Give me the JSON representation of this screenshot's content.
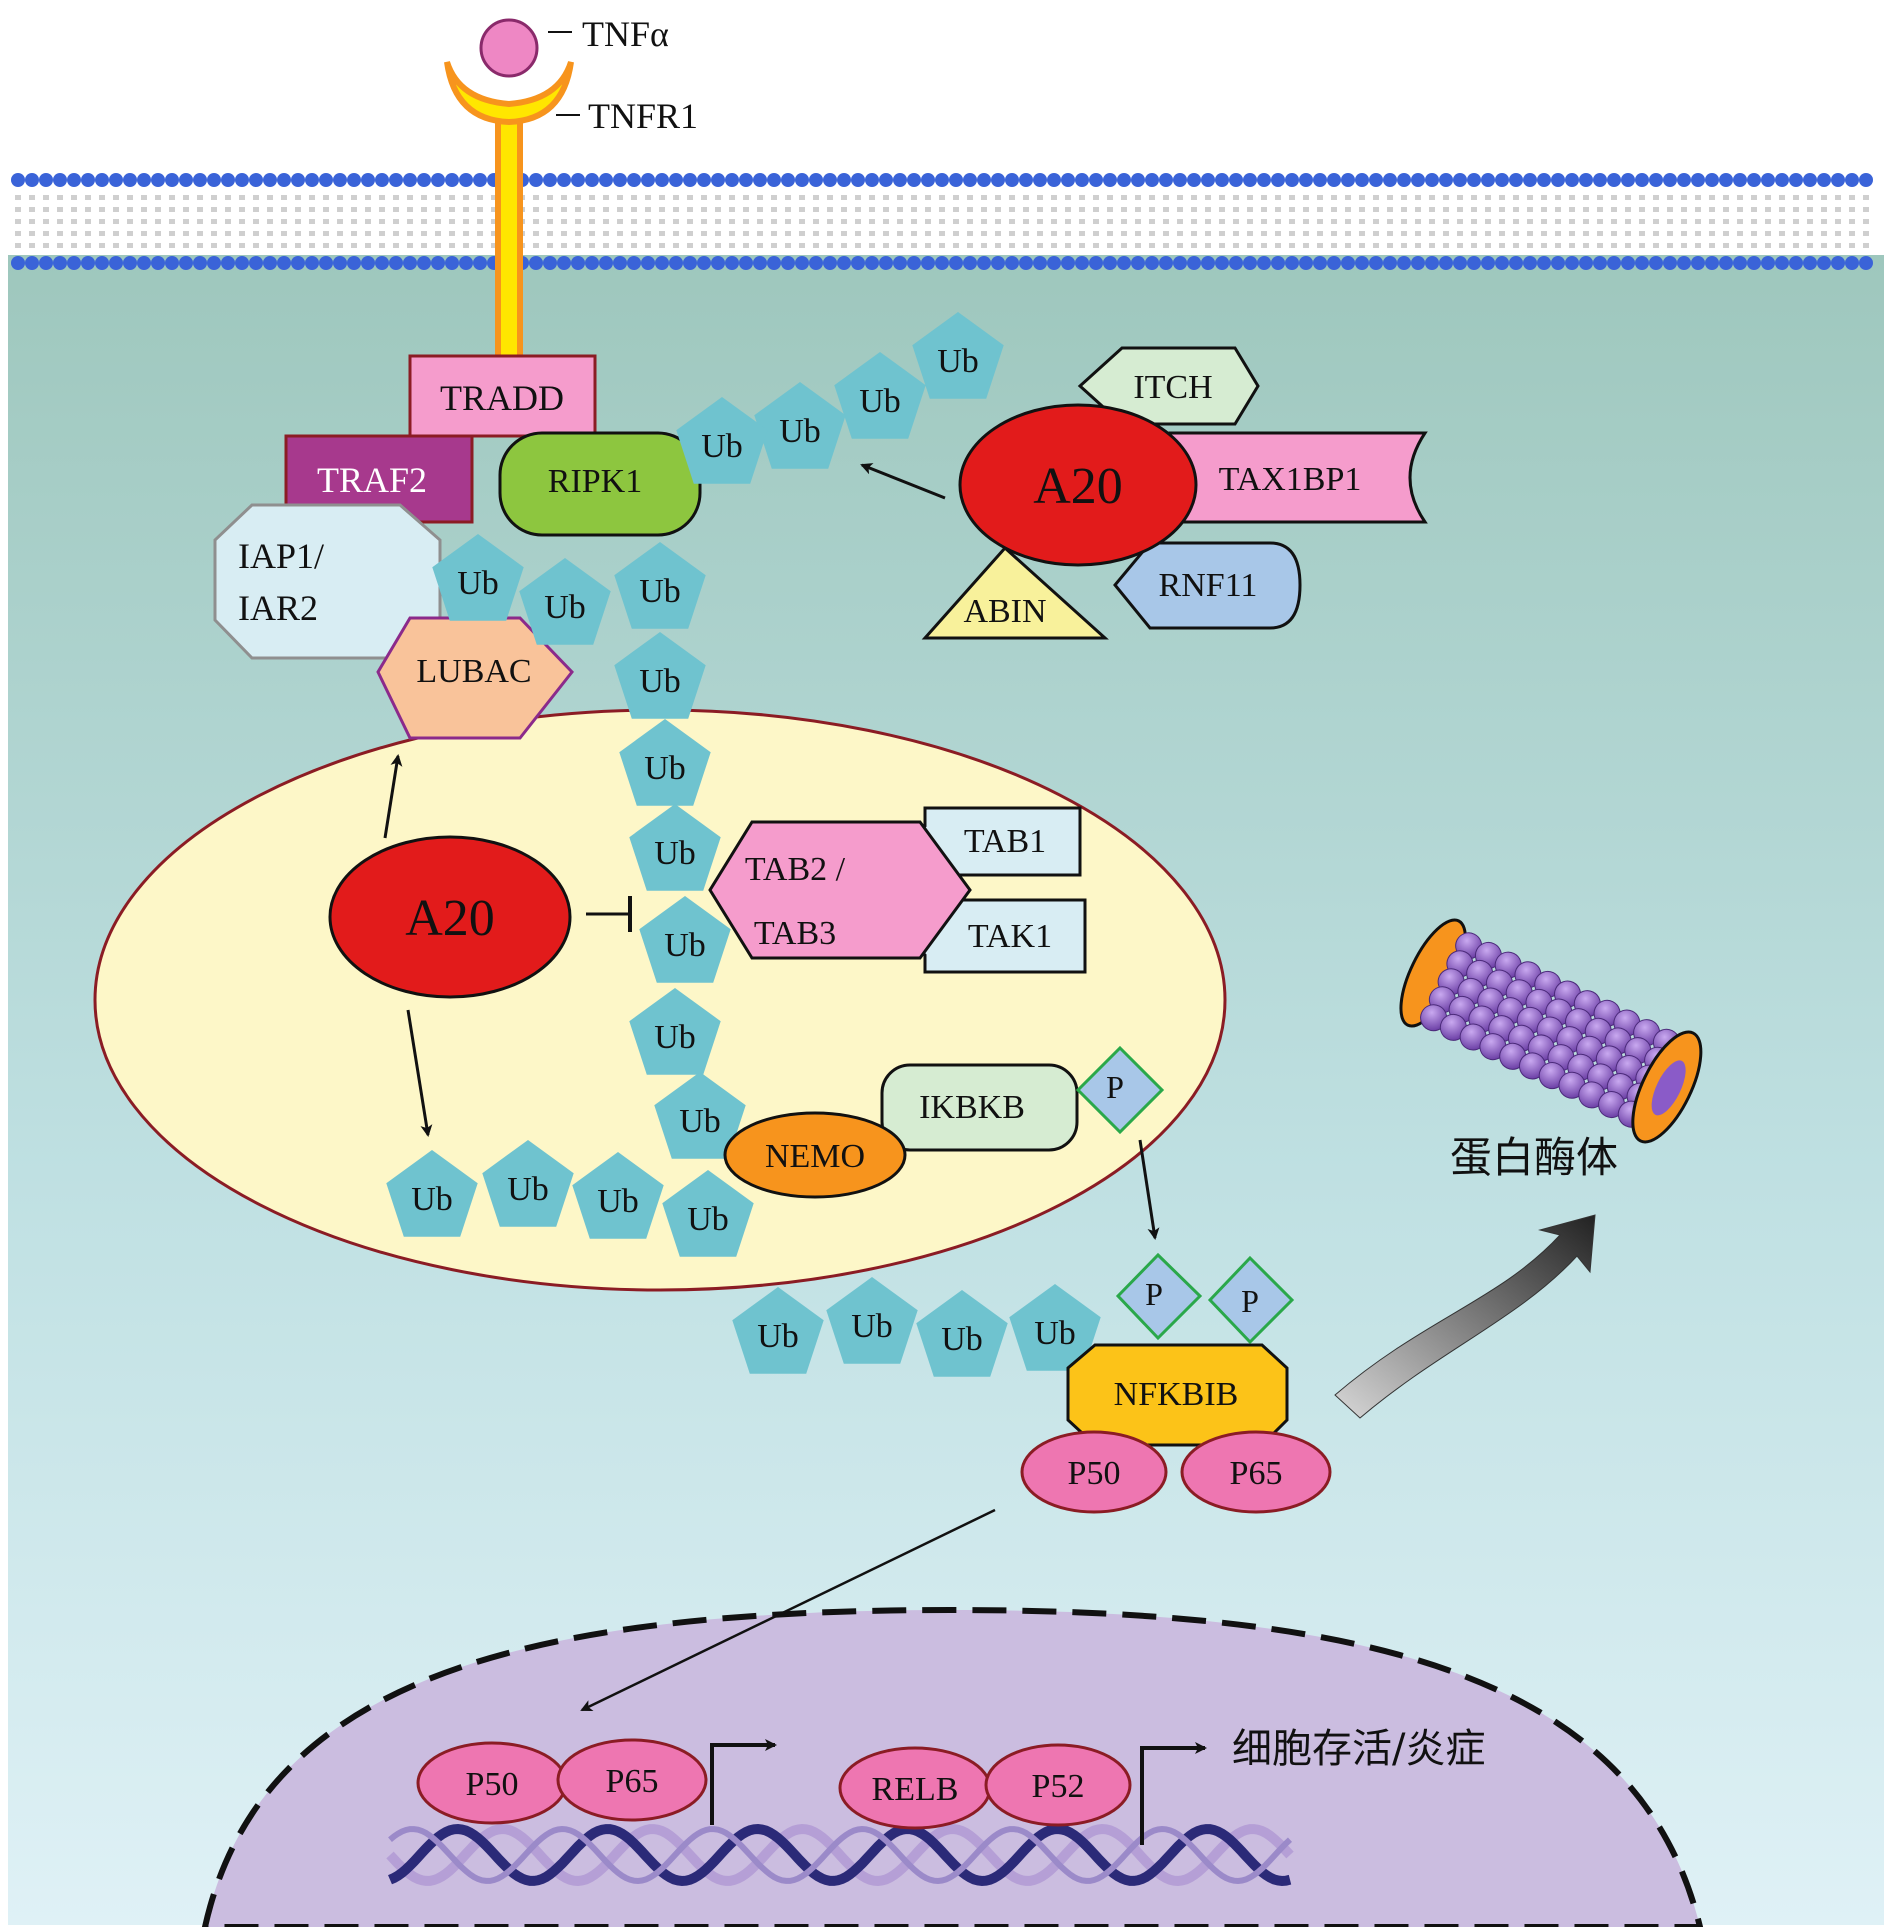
{
  "labels": {
    "ligand": "TNFα",
    "receptor": "TNFR1",
    "tradd": "TRADD",
    "traf2": "TRAF2",
    "ripk1": "RIPK1",
    "iap": [
      "IAP1/",
      "IAR2"
    ],
    "lubac": "LUBAC",
    "a20_top": "A20",
    "a20_center": "A20",
    "itch": "ITCH",
    "tax1bp1": "TAX1BP1",
    "rnf11": "RNF11",
    "abin": "ABIN",
    "tab1": "TAB1",
    "tab23": [
      "TAB2 /",
      "TAB3"
    ],
    "tak1": "TAK1",
    "ikbkb": "IKBKB",
    "nemo": "NEMO",
    "p": "P",
    "nfkbib": "NFKBIB",
    "p50": "P50",
    "p65": "P65",
    "relb": "RELB",
    "p52": "P52",
    "ub": "Ub",
    "proteasome": "蛋白酶体",
    "outcome": "细胞存活/炎症"
  },
  "colors": {
    "a20": "#e21b1b",
    "ub": "#6fc3cf",
    "tradd": "#f59ccc",
    "traf2": "#a7398d",
    "ripk1": "#8dc63f",
    "lubac": "#f9c39a",
    "nfkbib": "#fcc318",
    "nemo": "#f7941d",
    "p50_p65": "#ee76b1",
    "nucleus": "#cbbde0",
    "cytoplasm_top": "#9ec7bd",
    "cytoplasm_bottom": "#dff1f6",
    "complex_oval": "#fdf7c8"
  }
}
